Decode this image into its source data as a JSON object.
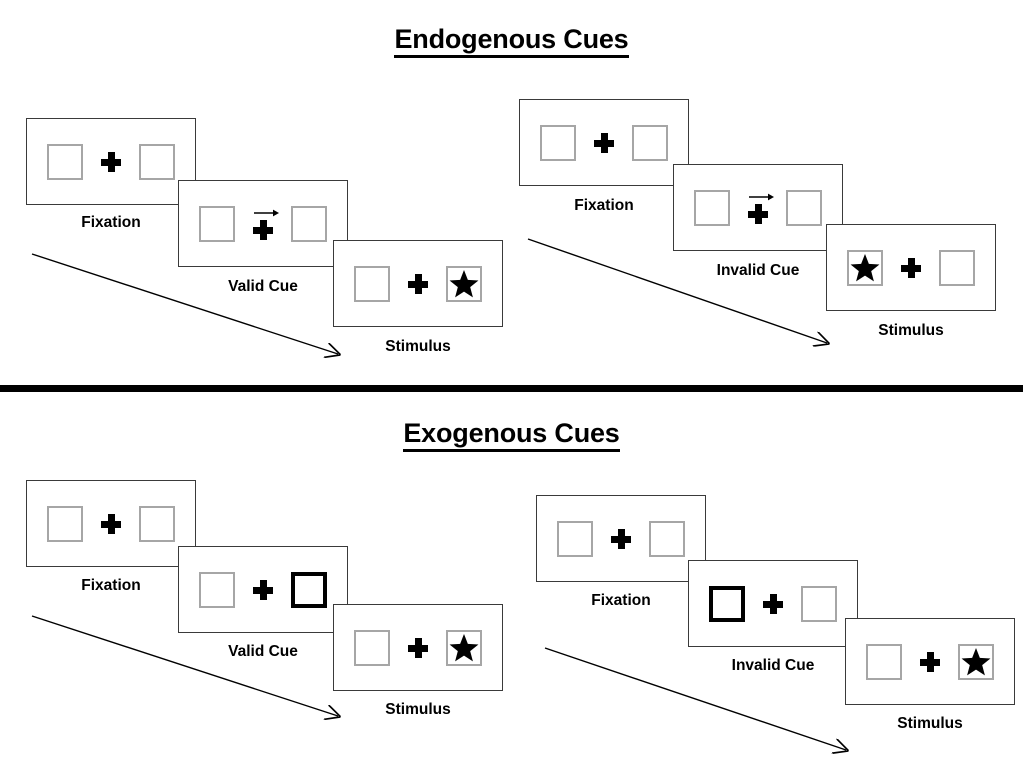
{
  "sections": [
    {
      "id": "endogenous",
      "title": "Endogenous Cues",
      "sequences": [
        {
          "id": "endogenous-valid",
          "frames": [
            {
              "caption": "Fixation",
              "left_box": "empty",
              "right_box": "empty",
              "cue": "none",
              "stimulus": "none"
            },
            {
              "caption": "Valid Cue",
              "left_box": "empty",
              "right_box": "empty",
              "cue": "arrow-right",
              "stimulus": "none"
            },
            {
              "caption": "Stimulus",
              "left_box": "empty",
              "right_box": "star",
              "cue": "none",
              "stimulus": "right"
            }
          ]
        },
        {
          "id": "endogenous-invalid",
          "frames": [
            {
              "caption": "Fixation",
              "left_box": "empty",
              "right_box": "empty",
              "cue": "none",
              "stimulus": "none"
            },
            {
              "caption": "Invalid Cue",
              "left_box": "empty",
              "right_box": "empty",
              "cue": "arrow-right",
              "stimulus": "none"
            },
            {
              "caption": "Stimulus",
              "left_box": "star",
              "right_box": "empty",
              "cue": "none",
              "stimulus": "left"
            }
          ]
        }
      ]
    },
    {
      "id": "exogenous",
      "title": "Exogenous Cues",
      "sequences": [
        {
          "id": "exogenous-valid",
          "frames": [
            {
              "caption": "Fixation",
              "left_box": "empty",
              "right_box": "empty",
              "cue": "none",
              "stimulus": "none"
            },
            {
              "caption": "Valid Cue",
              "left_box": "empty",
              "right_box": "highlighted",
              "cue": "box-flash-right",
              "stimulus": "none"
            },
            {
              "caption": "Stimulus",
              "left_box": "empty",
              "right_box": "star",
              "cue": "none",
              "stimulus": "right"
            }
          ]
        },
        {
          "id": "exogenous-invalid",
          "frames": [
            {
              "caption": "Fixation",
              "left_box": "empty",
              "right_box": "empty",
              "cue": "none",
              "stimulus": "none"
            },
            {
              "caption": "Invalid Cue",
              "left_box": "highlighted",
              "right_box": "empty",
              "cue": "box-flash-left",
              "stimulus": "none"
            },
            {
              "caption": "Stimulus",
              "left_box": "empty",
              "right_box": "star",
              "cue": "none",
              "stimulus": "right"
            }
          ]
        }
      ]
    }
  ],
  "icons": {
    "fixation_cross": "plus-icon",
    "stimulus_target": "star-icon",
    "endogenous_cue": "arrow-right-icon",
    "time_flow": "diagonal-arrow-icon"
  },
  "colors": {
    "ink": "#000000",
    "panel_border": "#3a3a3a",
    "placeholder_border": "#a6a6a6",
    "cued_border": "#000000",
    "background": "#ffffff"
  }
}
